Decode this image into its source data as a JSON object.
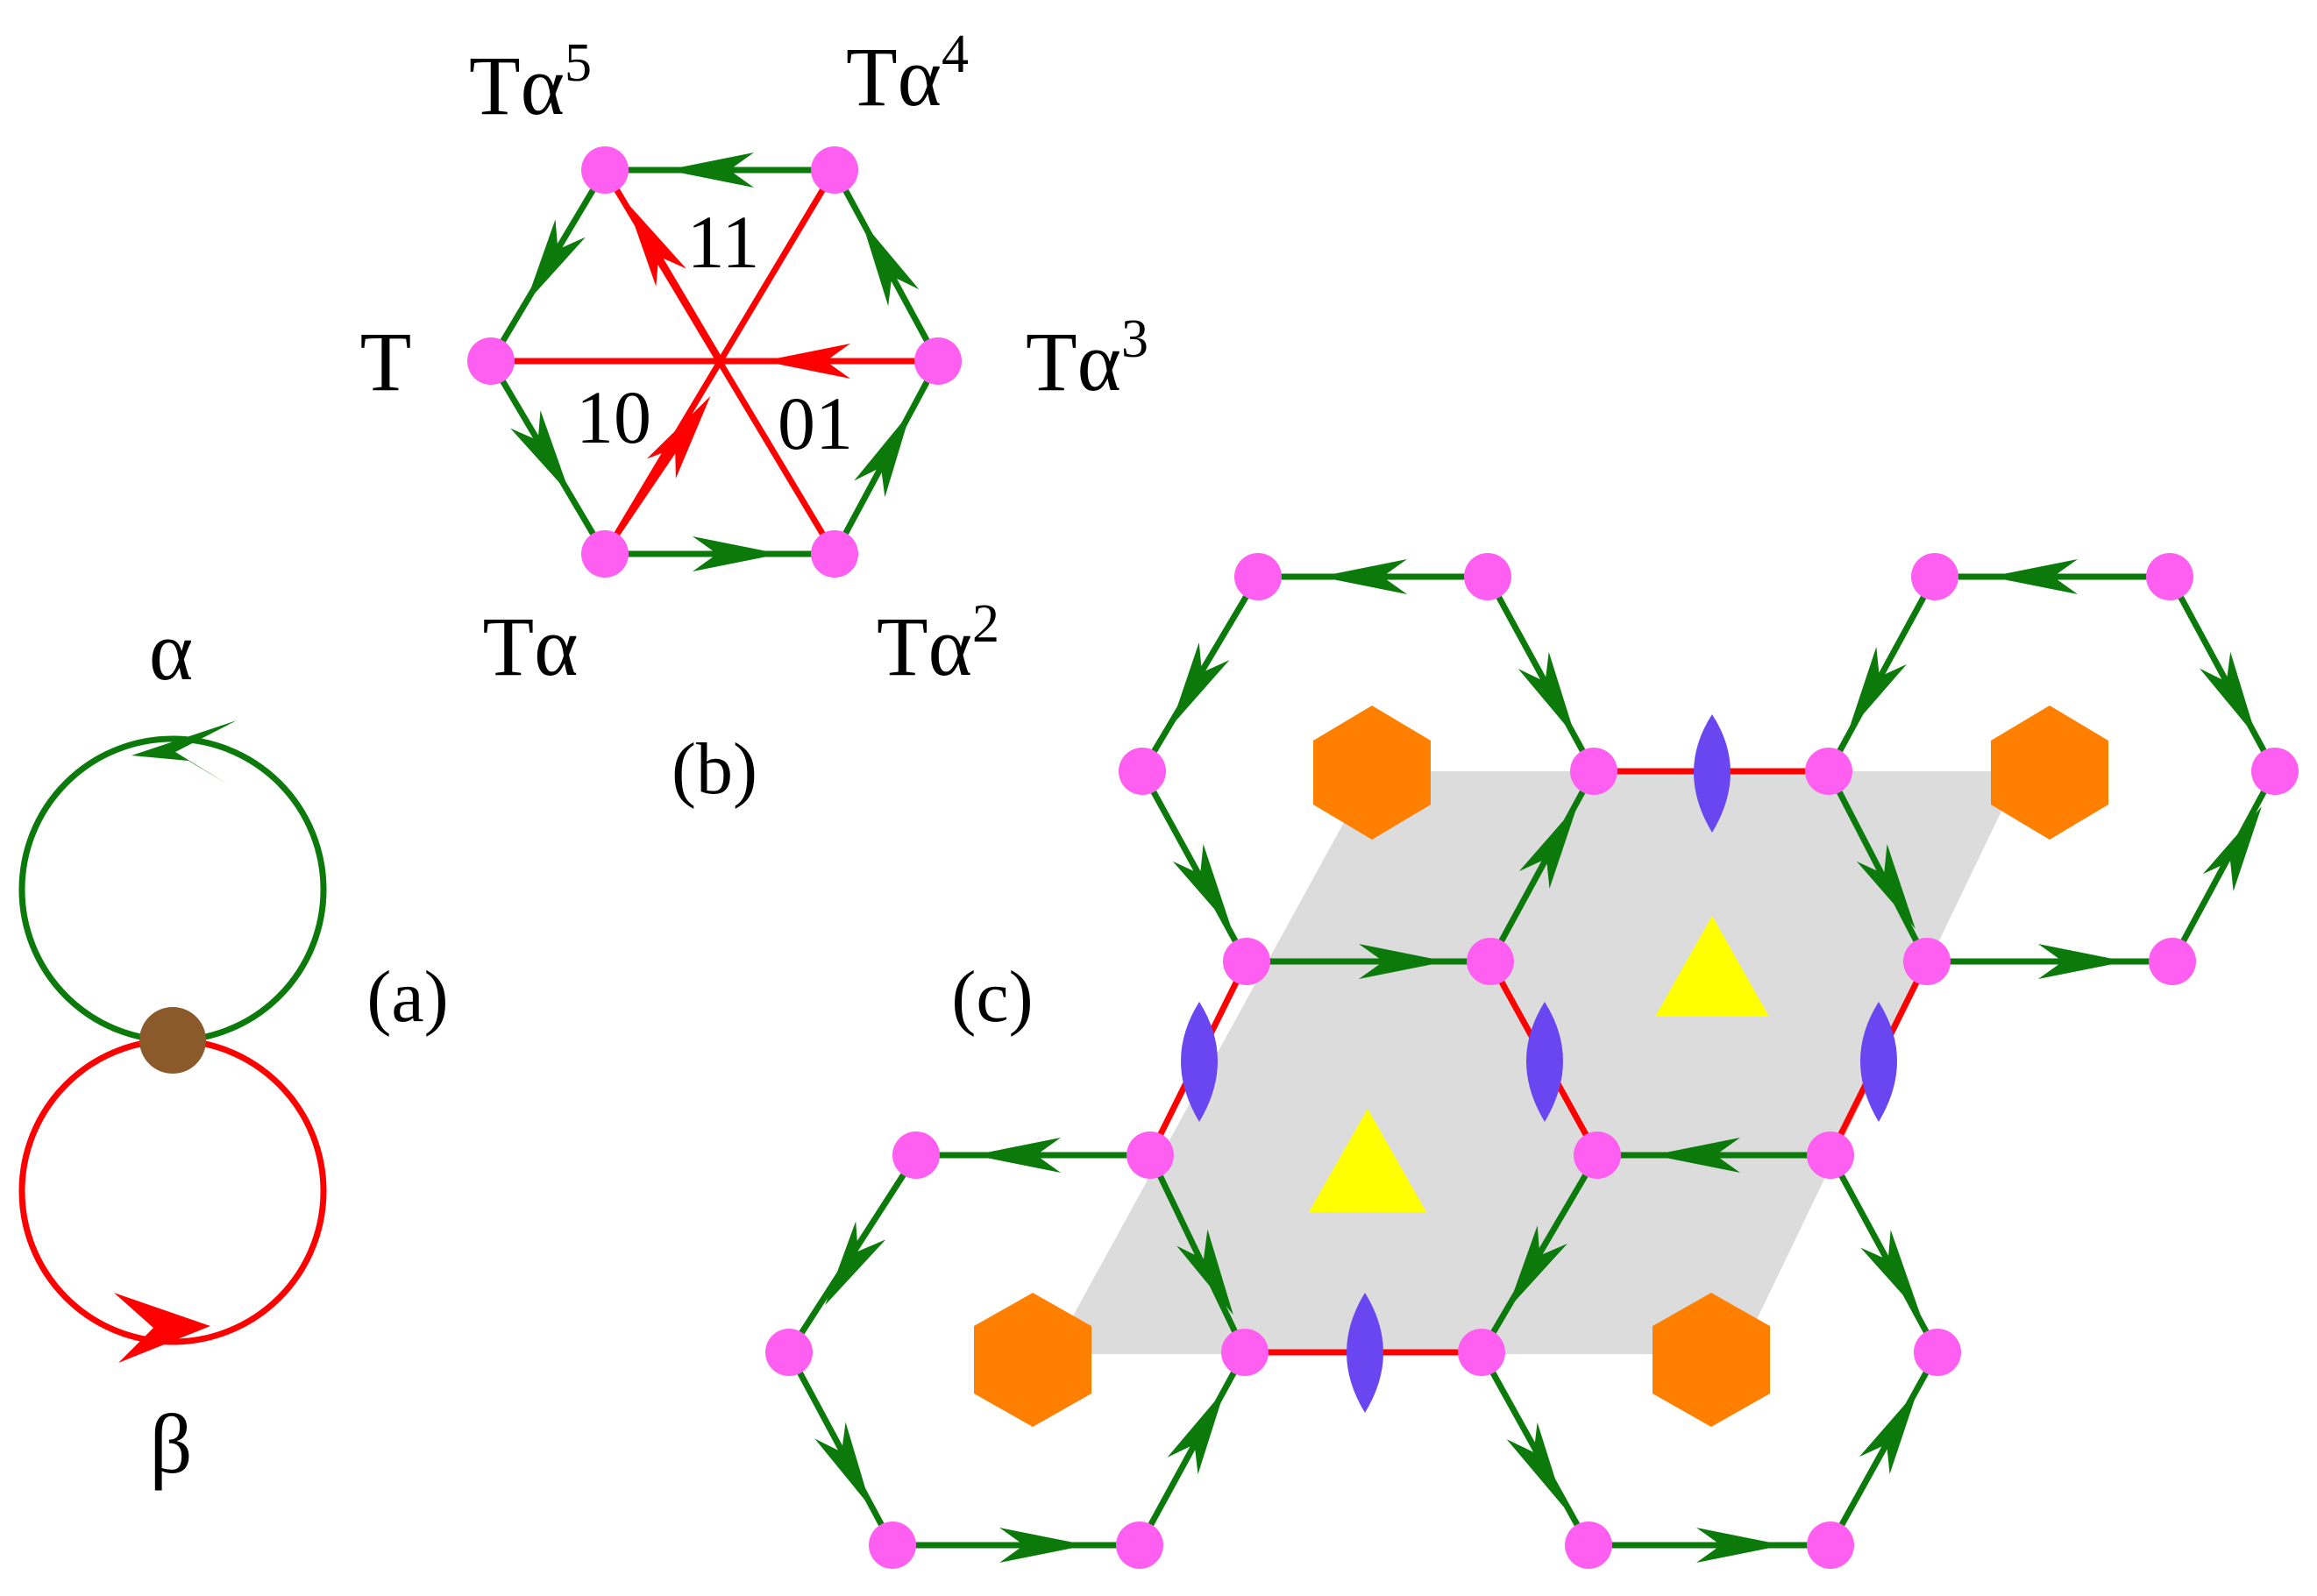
{
  "labels": {
    "panel_a": "(a)",
    "panel_b": "(b)",
    "panel_c": "(c)",
    "alpha": "α",
    "beta": "β"
  },
  "hexagon_b": {
    "vertices": [
      {
        "base": "T",
        "sup": ""
      },
      {
        "base": "Tα",
        "sup": ""
      },
      {
        "base": "Tα",
        "sup": "2"
      },
      {
        "base": "Tα",
        "sup": "3"
      },
      {
        "base": "Tα",
        "sup": "4"
      },
      {
        "base": "Tα",
        "sup": "5"
      }
    ],
    "sector_labels": [
      "10",
      "01",
      "11"
    ]
  },
  "colors": {
    "green_edge": "#0b7a0b",
    "red_edge": "#ff0000",
    "vertex": "#ff5ff0",
    "base_point": "#8b5a2b",
    "unit_cell": "#dcdcdc",
    "hexagon_symbol": "#ff8000",
    "triangle_symbol": "#ffff00",
    "lens_symbol": "#6a46f0"
  }
}
